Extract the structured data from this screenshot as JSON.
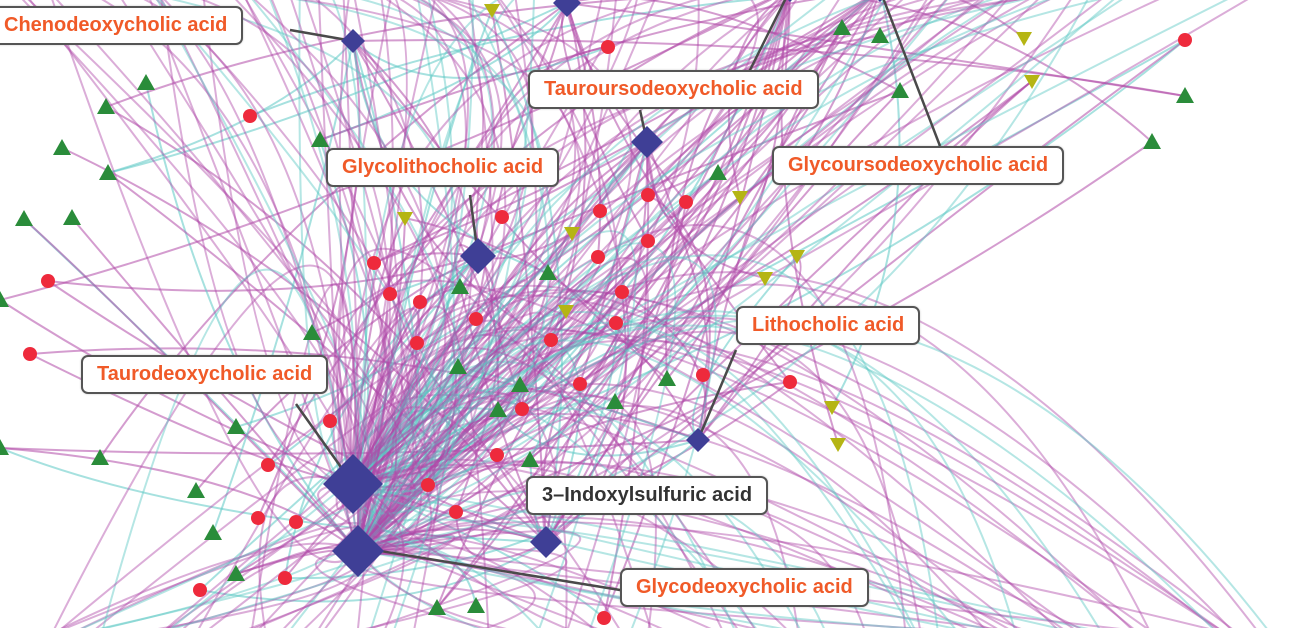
{
  "colors": {
    "edge_primary": "#b04aa8",
    "edge_secondary": "#5cc8c4",
    "hub": "#3f3f96",
    "leaf_circle": "#ee2a3c",
    "leaf_up": "#2a8c3a",
    "leaf_down": "#b5b514",
    "label_text": "#f05a28",
    "label_dark": "#333333"
  },
  "labels": [
    {
      "id": "cdca",
      "text": "Chenodeoxycholic acid"
    },
    {
      "id": "tudca",
      "text": "Tauroursodeoxycholic acid"
    },
    {
      "id": "glca",
      "text": "Glycolithocholic acid"
    },
    {
      "id": "gudca",
      "text": "Glycoursodeoxycholic acid"
    },
    {
      "id": "lca",
      "text": "Lithocholic acid"
    },
    {
      "id": "tdca",
      "text": "Taurodeoxycholic acid"
    },
    {
      "id": "ias",
      "text": "3–Indoxylsulfuric acid"
    },
    {
      "id": "gdca",
      "text": "Glycodeoxycholic acid"
    }
  ]
}
